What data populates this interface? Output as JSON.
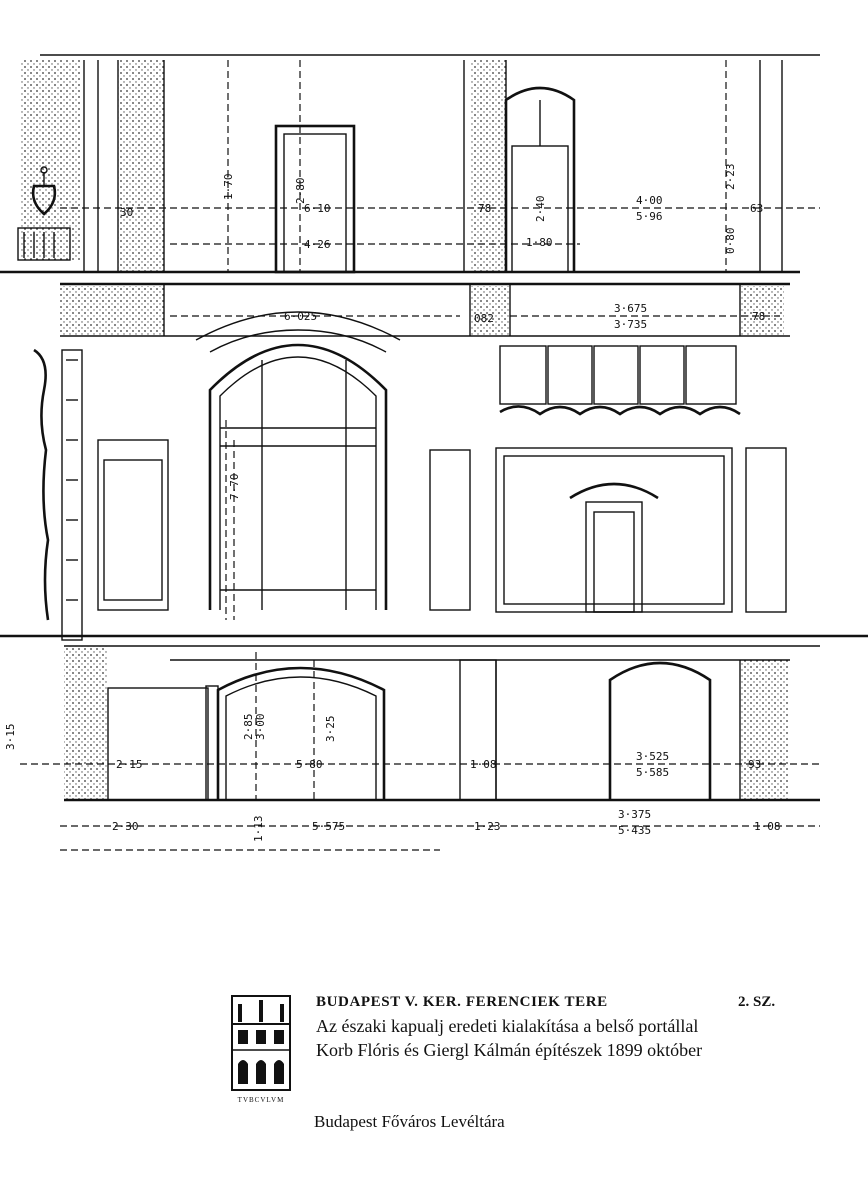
{
  "drawing": {
    "dimensions": {
      "top_1_70": "1·70",
      "top_2_80": "2·80",
      "top_6_10": "6·10",
      "top_4_26": "4·26",
      "top_78": "78",
      "top_2_40": "2·40",
      "top_1_80": "1·80",
      "top_4_00": "4·00",
      "top_5_96": "5·96",
      "top_2_23": "2·23",
      "top_0_80": "0·80",
      "top_63": "63",
      "left_30": "30",
      "mid_6_025": "6·025",
      "mid_082": "082",
      "mid_3_675": "3·675",
      "mid_3_735": "3·735",
      "mid_78": "78",
      "mid_7_70": "7·70",
      "low_2_85": "2·85",
      "low_3_00": "3·00",
      "low_3_25": "3·25",
      "low_2_15": "2·15",
      "low_5_80": "5·80",
      "low_1_08a": "1·08",
      "low_3_525": "3·525",
      "low_5_585": "5·585",
      "low_93": "93",
      "low_3_15": "3·15",
      "bot_2_30": "2·30",
      "bot_1_13": "1·13",
      "bot_5_575": "5·575",
      "bot_1_23": "1·23",
      "bot_3_375": "3·375",
      "bot_5_435": "5·435",
      "bot_1_08": "1·08"
    }
  },
  "caption": {
    "logo_text": "TVBCVLVM",
    "title": "BUDAPEST V. KER.  FERENCIEK TERE",
    "title_number": "2. SZ.",
    "subtitle": "Az északi kapualj eredeti kialakítása a belső portállal",
    "authors": "Korb Flóris és Giergl Kálmán építészek  1899 október"
  },
  "archive": "Budapest Főváros Levéltára"
}
